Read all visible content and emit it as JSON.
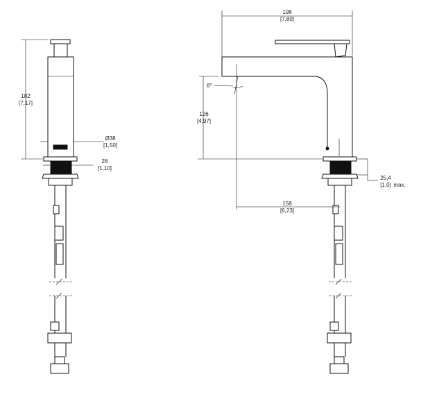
{
  "side_view": {
    "height_mm": "182",
    "height_in": "[7,17]",
    "diameter_mm": "Ø38",
    "diameter_in": "[1,50]",
    "shank_mm": "28",
    "shank_in": "[1,10]"
  },
  "front_view": {
    "width_mm": "198",
    "width_in": "[7,80]",
    "spout_height_mm": "126",
    "spout_height_in": "[4,97]",
    "angle": "8°",
    "reach_mm": "158",
    "reach_in": "[6,23]",
    "deck_mm": "25,4",
    "deck_in": "[1,0]",
    "deck_note": "max."
  }
}
